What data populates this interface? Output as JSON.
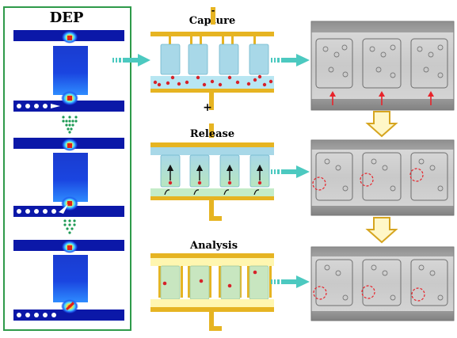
{
  "dep_panel": {
    "title": "DEP",
    "border_color": "#2e9a4a",
    "field_colors": {
      "low": "#0b18a8",
      "mid": "#1f5ef2",
      "high": "#4fe0ff",
      "hot": "#e02018"
    }
  },
  "stages": [
    {
      "title": "Capture",
      "electrode_color": "#e6b422",
      "chamber_color": "#a8d8e8",
      "polarity_top": "-",
      "polarity_bottom": "+"
    },
    {
      "title": "Release",
      "electrode_color": "#e6b422",
      "chamber_color": "#a8d8e8"
    },
    {
      "title": "Analysis",
      "electrode_color": "#e6b422",
      "chamber_color": "#fff6b0"
    }
  ],
  "colors": {
    "arrow": "#4cc9c0",
    "cell": "#d6222a",
    "dot_grid": "#1f9a55",
    "red_pointer": "#e8232a",
    "down_arrow_fill": "#fff7c8",
    "down_arrow_stroke": "#d6a520"
  }
}
